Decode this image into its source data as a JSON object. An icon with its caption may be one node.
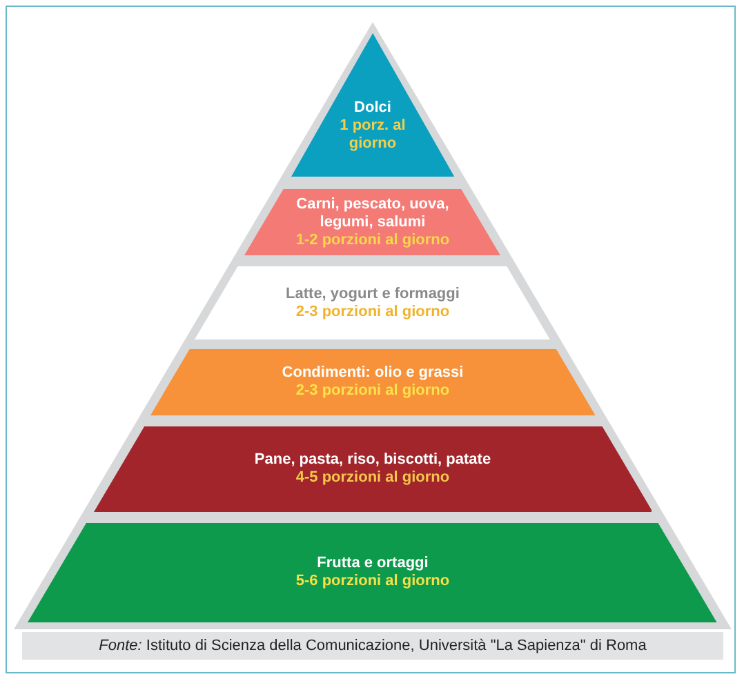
{
  "diagram": {
    "caption": "*Fonte:* Istituto di Scienza della Comunicazione, Università \"La Sapienza\" di Roma",
    "nodes": [
      {
        "text": [
          "Dolci",
          "1 porz. al giorno"
        ]
      },
      {
        "text": [
          "Carni, pescato, uova, legumi, salumi",
          "1-2 porzioni al giorno"
        ]
      },
      {
        "text": [
          "Latte, yogurt e formaggi",
          "2-3 porzioni al giorno"
        ]
      },
      {
        "text": [
          "Condimenti: olio e grassi",
          "2-3 porzioni al giorno"
        ]
      },
      {
        "text": [
          "Pane, pasta, riso, biscotti, patate",
          "4-5 porzioni al giorno"
        ]
      },
      {
        "text": [
          "Frutta e ortaggi",
          "5-6 porzioni al giorno"
        ]
      }
    ]
  }
}
